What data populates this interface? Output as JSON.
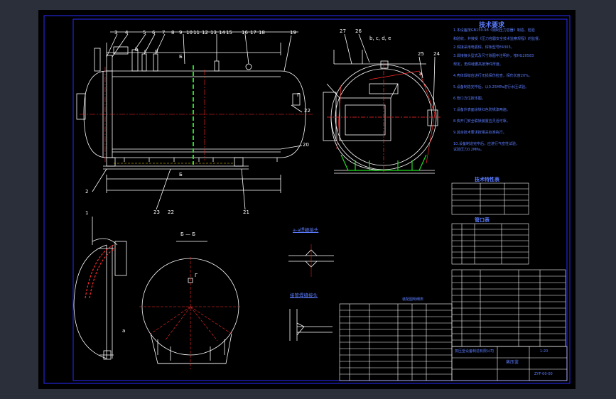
{
  "colors": {
    "background": "#2b2f3a",
    "sheet": "#000000",
    "frame": "#2a2cff",
    "line": "#ffffff",
    "text_blue": "#5b7cff",
    "accent_red": "#ff2a2a",
    "hidden_green": "#22dd22",
    "dash_yellow": "#ffe000"
  },
  "part_numbers": [
    "3",
    "4",
    "5",
    "6",
    "7",
    "8",
    "9",
    "10",
    "11",
    "12",
    "13",
    "14",
    "15",
    "16",
    "17",
    "18",
    "19",
    "27",
    "26",
    "25",
    "24",
    "2",
    "23",
    "22",
    "21",
    "20",
    "1"
  ],
  "letters": {
    "b_c_d_e": "b, c, d, e",
    "b": "b",
    "c": "c",
    "d": "d",
    "a": "a",
    "g": "Г",
    "B": "Б"
  },
  "section_label": "Б — Б",
  "detail_titles": {
    "weld_a": "a-a焊缝接头",
    "weld_b": "接管焊缝接头"
  },
  "tech_requirements": {
    "title": "技术要求",
    "lines": [
      "1.本设备按GB150-98《钢制压力容器》制造、检验",
      "  和验收，并接受《压力容器安全技术监察规程》的监督。",
      "2.焊接采用电弧焊，焊条型号E4303。",
      "3.焊接接头型式及尺寸除图中注明外，按HG20583",
      "  规定，角焊缝腰高按薄件厚度。",
      "4.壳体焊缝应进行无损探伤检查，探伤长度20%。",
      "5.设备制造完毕后，以0.25MPa进行水压试验。",
      "6.管口方位按本图。",
      "7.设备外表面涂铁红色防锈漆两遍。",
      "8.快开门安全联锁装置应灵活可靠。",
      "9.其余技术要求按相关标准执行。",
      "10.设备制造完毕后，应进行气密性试验，",
      "   试验压力0.2MPa。"
    ]
  },
  "design_params": {
    "title": "技术特性表"
  },
  "nozzle_table": {
    "title": "管口表"
  },
  "title_block": {
    "company": "蒸压釜设备制造有限公司",
    "drawing_name": "蒸压釜",
    "drawing_no": "ZYF-00-00",
    "scale": "1:20"
  },
  "parts_list_header": "装配图明细表"
}
